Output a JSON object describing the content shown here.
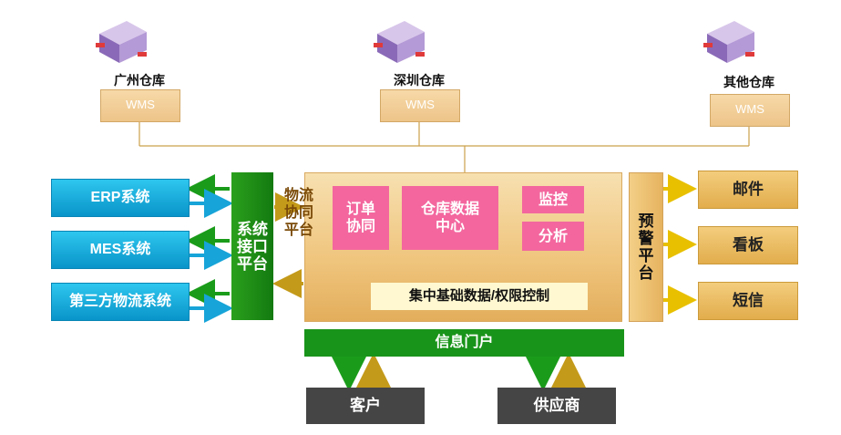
{
  "warehouses": [
    {
      "name": "广州仓库",
      "system": "WMS"
    },
    {
      "name": "深圳仓库",
      "system": "WMS"
    },
    {
      "name": "其他仓库",
      "system": "WMS"
    }
  ],
  "external_systems": [
    "ERP系统",
    "MES系统",
    "第三方物流系统"
  ],
  "interface_platform": [
    "系统",
    "接口",
    "平台"
  ],
  "logistics_collab": [
    "物流",
    "协同",
    "平台"
  ],
  "modules": {
    "order": [
      "订单",
      "协同"
    ],
    "warehouse_data": [
      "仓库数据",
      "中心"
    ],
    "monitor": "监控",
    "analysis": "分析",
    "base": "集中基础数据/权限控制"
  },
  "warning_platform": [
    "预",
    "警",
    "平",
    "台"
  ],
  "outputs": [
    "邮件",
    "看板",
    "短信"
  ],
  "portal": "信息门户",
  "users": [
    "客户",
    "供应商"
  ],
  "colors": {
    "blue": "#14aee0",
    "green": "#19941a",
    "pink": "#f3679e",
    "gold": "#e9b95c",
    "dark": "#454545"
  }
}
